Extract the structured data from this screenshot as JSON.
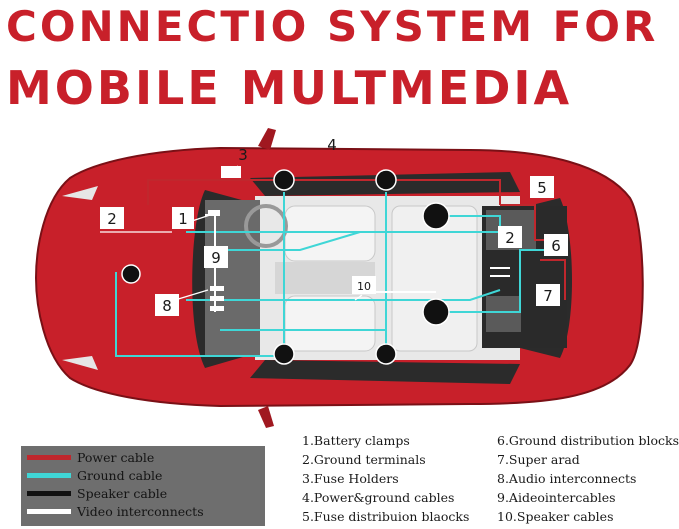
{
  "title": {
    "line1": "CONNECTIO SYSTEM FOR",
    "line2": "MOBILE MULTMEDIA"
  },
  "callouts": {
    "c1": "1",
    "c2a": "2",
    "c2b": "2",
    "c3": "3",
    "c4": "4",
    "c5": "5",
    "c6": "6",
    "c7": "7",
    "c8": "8",
    "c9": "9",
    "c10": "10"
  },
  "colors": {
    "car_body": "#c8202a",
    "power_cable": "#c0272d",
    "ground_cable": "#3fd6d6",
    "speaker_cable": "#111111",
    "video_cable": "#ffffff",
    "title": "#c8202a"
  },
  "legend": [
    {
      "label": "Power cable",
      "color": "#c0272d"
    },
    {
      "label": "Ground cable",
      "color": "#3fd6d6"
    },
    {
      "label": "Speaker cable",
      "color": "#111111"
    },
    {
      "label": "Video interconnects",
      "color": "#ffffff"
    }
  ],
  "key_left": [
    "1.Battery clamps",
    "2.Ground terminals",
    "3.Fuse Holders",
    "4.Power&ground cables",
    "5.Fuse distribuion blaocks"
  ],
  "key_right": [
    "6.Ground distribution blocks",
    "7.Super arad",
    "8.Audio interconnects",
    "9.Aideointercables",
    "10.Speaker cables"
  ]
}
